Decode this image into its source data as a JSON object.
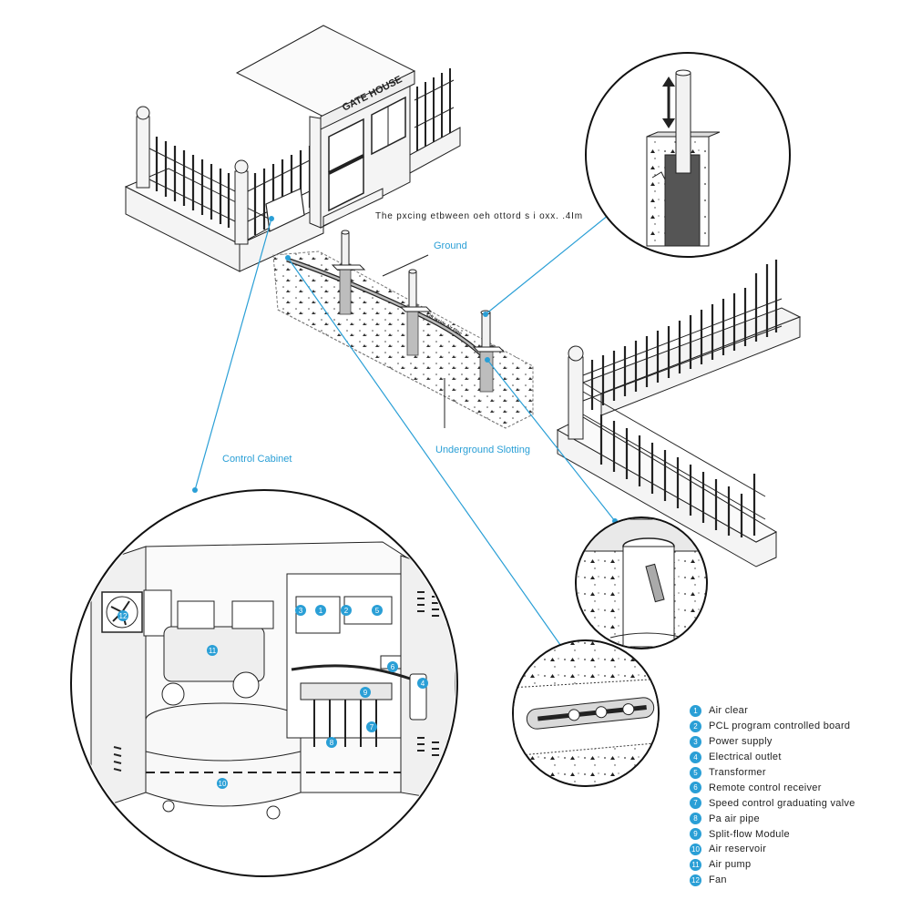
{
  "gate_house_sign": "GATE HOUSE",
  "spacing_note": "The pxcing etbween oeh ottord s i oxx. .4Im",
  "labels": {
    "ground": "Ground",
    "underground_slotting": "Underground Slotting",
    "control_cabinet": "Control Cabinet"
  },
  "pipe_stamp": "Lift inside Air Pipe",
  "legend": [
    {
      "num": "1",
      "text": "Air clear"
    },
    {
      "num": "2",
      "text": "PCL program controlled board"
    },
    {
      "num": "3",
      "text": "Power supply"
    },
    {
      "num": "4",
      "text": "Electrical outlet"
    },
    {
      "num": "5",
      "text": "Transformer"
    },
    {
      "num": "6",
      "text": "Remote control receiver"
    },
    {
      "num": "7",
      "text": "Speed control graduating valve"
    },
    {
      "num": "8",
      "text": "Pa air pipe"
    },
    {
      "num": "9",
      "text": "Split-flow Module"
    },
    {
      "num": "10",
      "text": "Air reservoir"
    },
    {
      "num": "11",
      "text": "Air pump"
    },
    {
      "num": "12",
      "text": "Fan"
    }
  ],
  "cabinet_markers": [
    "12",
    "11",
    "10",
    "9",
    "8",
    "7",
    "6",
    "5",
    "4",
    "3",
    "2",
    "1"
  ],
  "colors": {
    "accent": "#2a9fd6",
    "ink": "#222222",
    "background": "#ffffff"
  }
}
